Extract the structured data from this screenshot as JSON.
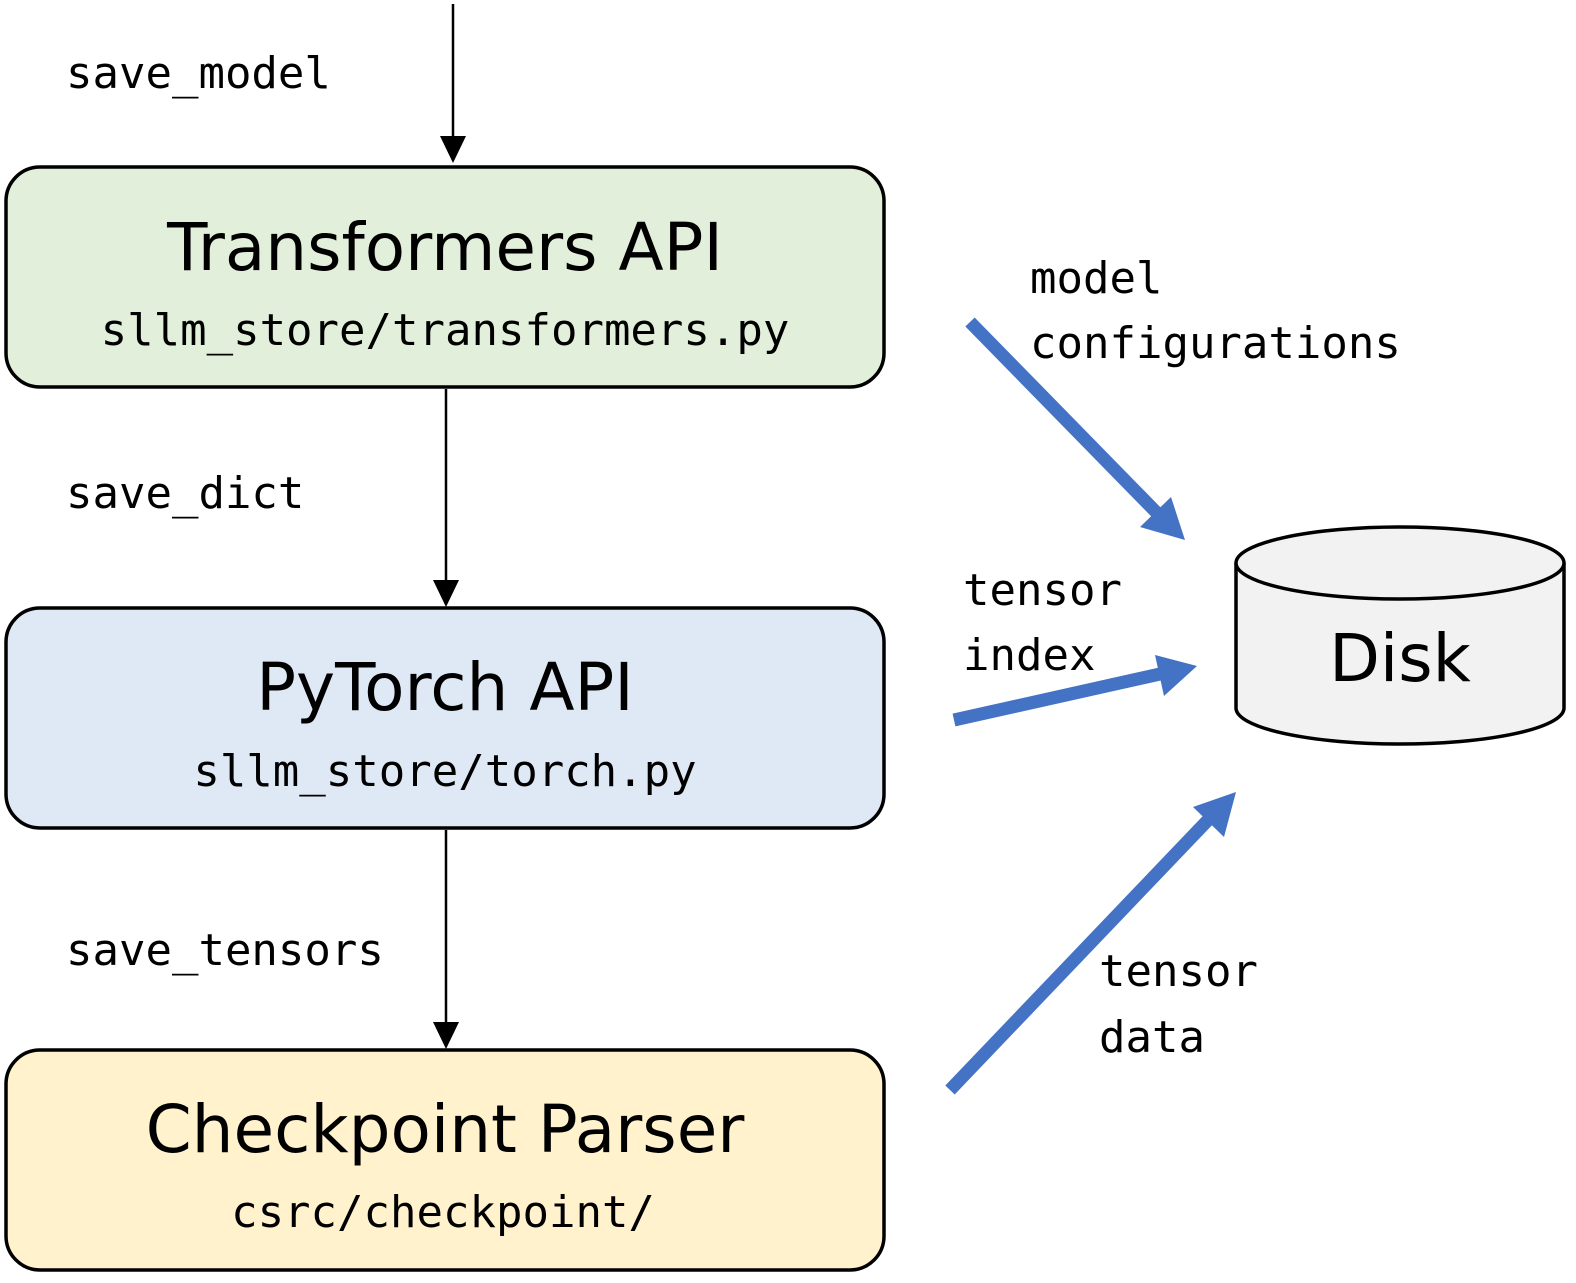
{
  "colors": {
    "transformers_fill": "#e2efda",
    "pytorch_fill": "#dfe9f5",
    "checkpoint_fill": "#fff2cc",
    "disk_fill": "#f2f2f2",
    "stroke": "#000000",
    "data_arrow": "#4472c4"
  },
  "flow": {
    "save_model_label": "save_model",
    "save_dict_label": "save_dict",
    "save_tensors_label": "save_tensors"
  },
  "boxes": {
    "transformers": {
      "title": "Transformers API",
      "path": "sllm_store/transformers.py"
    },
    "pytorch": {
      "title": "PyTorch API",
      "path": "sllm_store/torch.py"
    },
    "checkpoint": {
      "title": "Checkpoint Parser",
      "path": "csrc/checkpoint/"
    }
  },
  "disk": {
    "label": "Disk"
  },
  "disk_arrows": {
    "model_configurations": [
      "model",
      "configurations"
    ],
    "tensor_index": [
      "tensor",
      "index"
    ],
    "tensor_data": [
      "tensor",
      "data"
    ]
  }
}
